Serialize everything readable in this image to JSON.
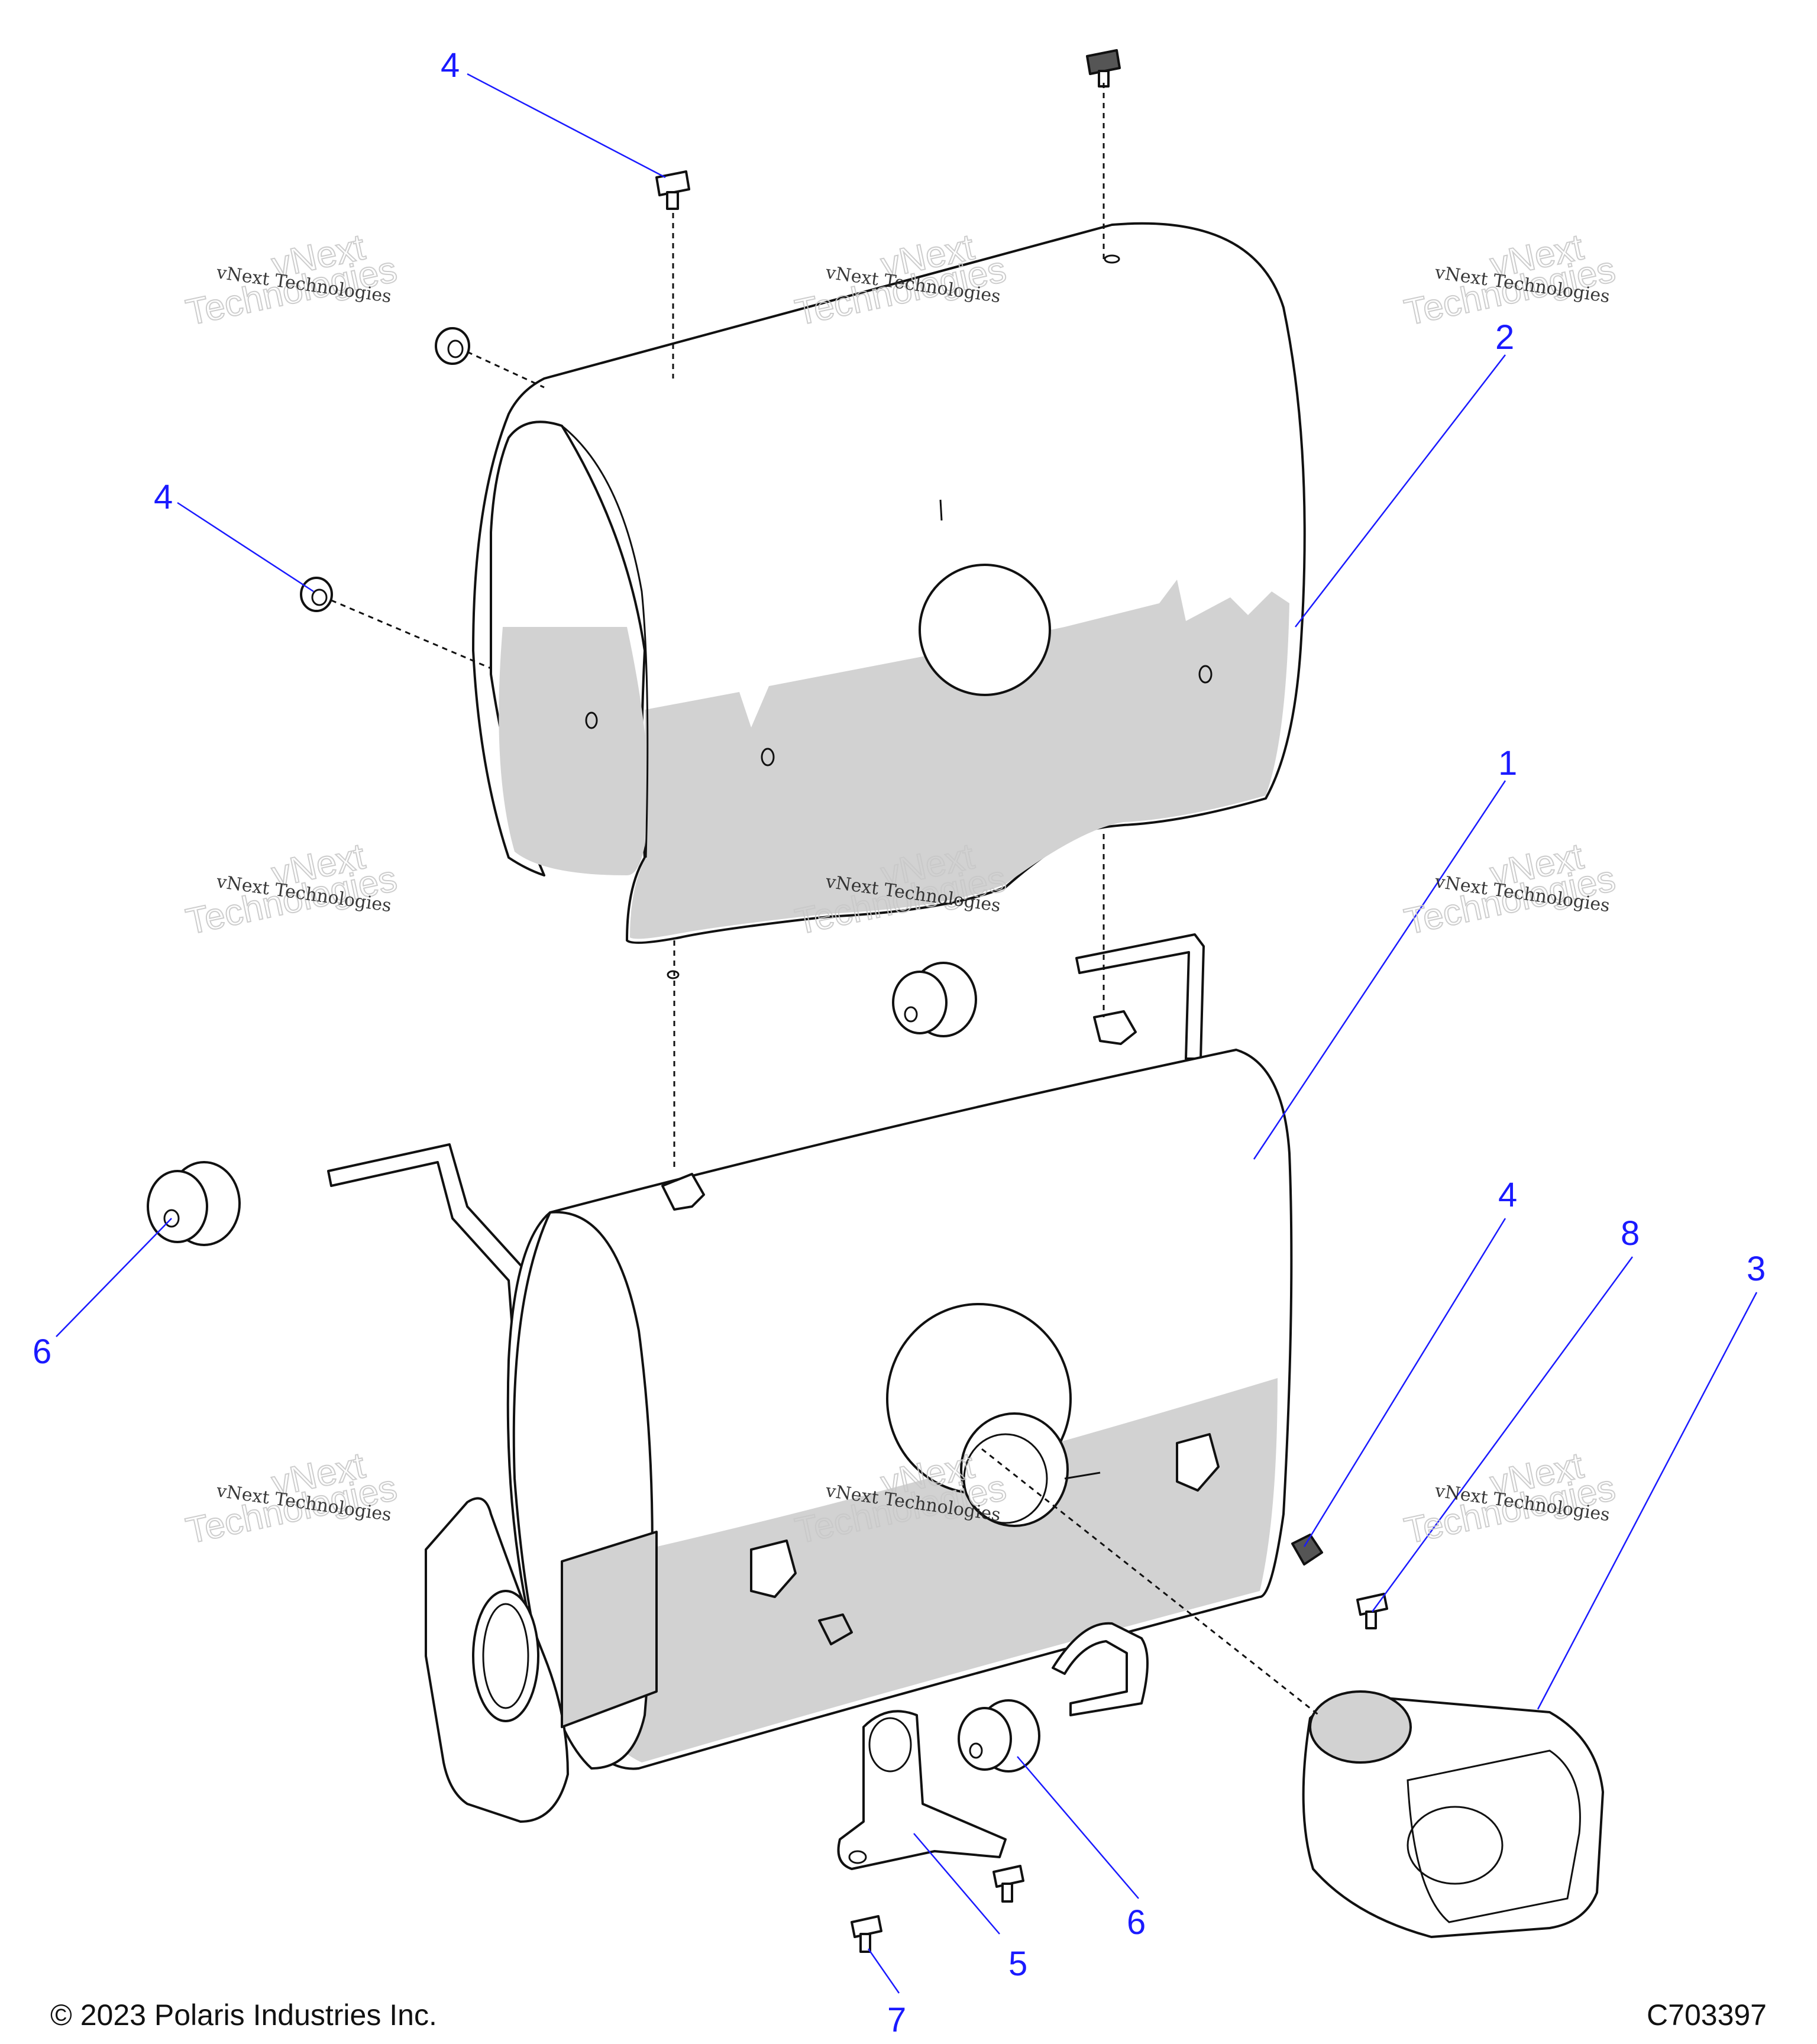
{
  "diagram": {
    "callouts": [
      "4",
      "4",
      "2",
      "1",
      "6",
      "4",
      "8",
      "3",
      "5",
      "6",
      "7"
    ],
    "watermark": {
      "line1": "vNext Technologies",
      "line2a": "vNext",
      "line2b": "Technologies"
    }
  },
  "footer": {
    "copyright": "© 2023 Polaris Industries Inc.",
    "drawing_id": "C703397"
  },
  "colors": {
    "callout": "#1a1aff",
    "shade": "#d2d2d2",
    "line": "#111111"
  }
}
